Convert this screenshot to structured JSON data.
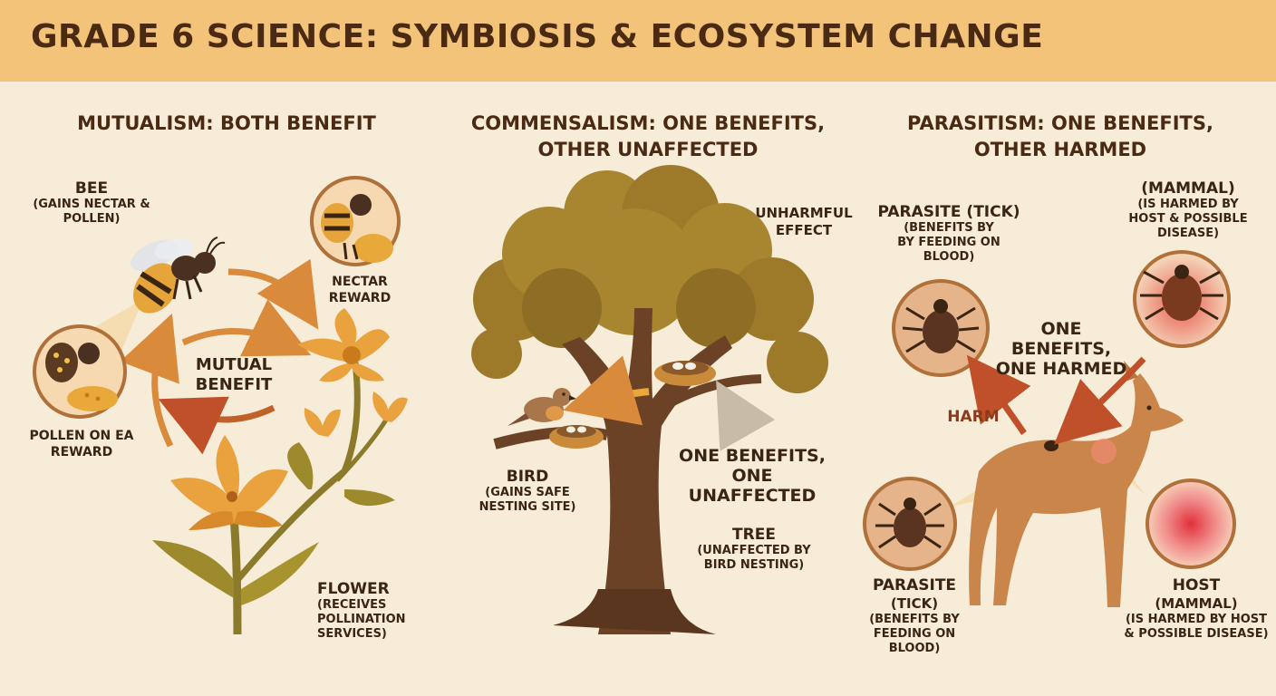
{
  "title": "GRADE 6 SCIENCE: SYMBIOSIS & ECOSYSTEM CHANGE",
  "colors": {
    "header": "#f3c37a",
    "background": "#f7ecd8",
    "text": "#3a2412",
    "arrow_orange": "#d98a3a",
    "arrow_red": "#c0502a",
    "trunk": "#6b4226",
    "canopy": "#9c7a2a",
    "fox": "#c9854a"
  },
  "mutualism": {
    "title": "MUTUALISM: BOTH BENEFIT",
    "bee_label": "BEE",
    "bee_sub": "(GAINS NECTAR & POLLEN)",
    "nectar_label": "NECTAR REWARD",
    "center_label": "MUTUAL BENEFIT",
    "pollen_label": "POLLEN ON EA REWARD",
    "flower_label": "FLOWER",
    "flower_sub": "(RECEIVES POLLINATION SERVICES)",
    "icons": [
      "bee-icon",
      "flower-icon",
      "pollen-icon",
      "nectar-icon"
    ]
  },
  "commensalism": {
    "title_line1": "COMMENSALISM: ONE BENEFITS,",
    "title_line2": "OTHER UNAFFECTED",
    "effect_label": "UNHARMFUL EFFECT",
    "bird_label": "BIRD",
    "bird_sub": "(GAINS SAFE NESTING SITE)",
    "center_label": "ONE BENEFITS, ONE UNAFFECTED",
    "tree_label": "TREE",
    "tree_sub": "(UNAFFECTED BY BIRD NESTING)",
    "icons": [
      "tree-icon",
      "bird-icon",
      "nest-icon"
    ]
  },
  "parasitism": {
    "title_line1": "PARASITISM: ONE BENEFITS,",
    "title_line2": "OTHER HARMED",
    "parasite_top_label": "PARASITE (TICK)",
    "parasite_top_sub": "(BENEFITS BY BY FEEDING ON BLOOD)",
    "mammal_top_label": "(MAMMAL)",
    "mammal_top_sub": "(IS HARMED BY HOST & POSSIBLE DISEASE)",
    "center_label": "ONE BENEFITS, ONE HARMED",
    "harm_label": "HARM",
    "parasite_bottom_label": "PARASITE",
    "parasite_bottom_sub": "(TICK)",
    "parasite_bottom_sub2": "(BENEFITS BY FEEDING ON BLOOD)",
    "host_label": "HOST",
    "host_sub": "(MAMMAL)",
    "host_sub2": "(IS HARMED BY HOST & POSSIBLE DISEASE)",
    "icons": [
      "tick-icon",
      "deer-icon",
      "skin-rash-icon"
    ]
  }
}
